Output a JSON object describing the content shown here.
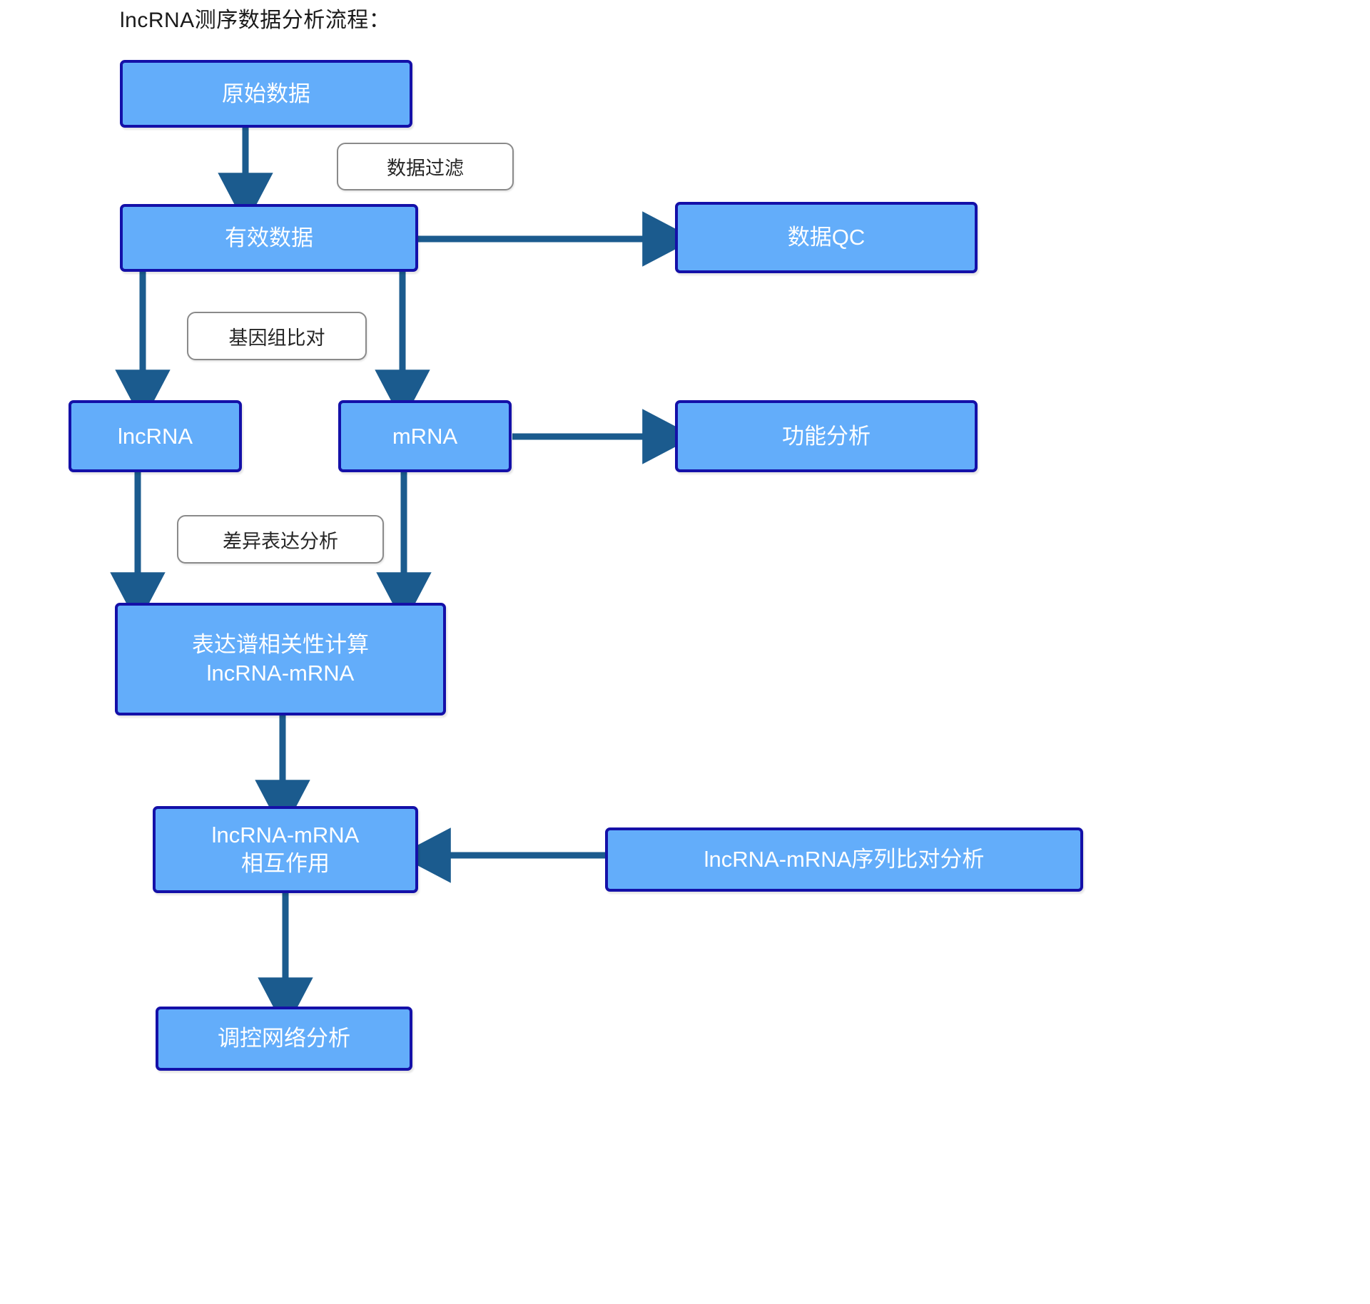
{
  "title": "lncRNA测序数据分析流程：",
  "colors": {
    "node_fill": "#63ADFA",
    "node_border": "#1410A8",
    "node_text": "#FFFFFF",
    "arrow": "#1B5B8E",
    "label_border": "#8A8A8A",
    "label_text": "#262626",
    "background": "#FFFFFF"
  },
  "nodes": {
    "raw_data": "原始数据",
    "valid_data": "有效数据",
    "data_qc": "数据QC",
    "lncrna": "lncRNA",
    "mrna": "mRNA",
    "function_analysis": "功能分析",
    "correlation": "表达谱相关性计算\nlncRNA-mRNA",
    "interaction": "lncRNA-mRNA\n相互作用",
    "sequence_alignment": "lncRNA-mRNA序列比对分析",
    "network_analysis": "调控网络分析"
  },
  "edge_labels": {
    "data_filter": "数据过滤",
    "genome_alignment": "基因组比对",
    "differential_expression": "差异表达分析"
  },
  "chart_data": {
    "type": "flowchart",
    "title": "lncRNA测序数据分析流程：",
    "nodes": [
      {
        "id": "raw_data",
        "label": "原始数据"
      },
      {
        "id": "valid_data",
        "label": "有效数据"
      },
      {
        "id": "data_qc",
        "label": "数据QC"
      },
      {
        "id": "lncrna",
        "label": "lncRNA"
      },
      {
        "id": "mrna",
        "label": "mRNA"
      },
      {
        "id": "function_analysis",
        "label": "功能分析"
      },
      {
        "id": "correlation",
        "label": "表达谱相关性计算 lncRNA-mRNA"
      },
      {
        "id": "interaction",
        "label": "lncRNA-mRNA 相互作用"
      },
      {
        "id": "sequence_alignment",
        "label": "lncRNA-mRNA序列比对分析"
      },
      {
        "id": "network_analysis",
        "label": "调控网络分析"
      }
    ],
    "edges": [
      {
        "from": "raw_data",
        "to": "valid_data",
        "label": "数据过滤"
      },
      {
        "from": "valid_data",
        "to": "data_qc",
        "label": ""
      },
      {
        "from": "valid_data",
        "to": "lncrna",
        "label": "基因组比对"
      },
      {
        "from": "valid_data",
        "to": "mrna",
        "label": "基因组比对"
      },
      {
        "from": "mrna",
        "to": "function_analysis",
        "label": ""
      },
      {
        "from": "lncrna",
        "to": "correlation",
        "label": "差异表达分析"
      },
      {
        "from": "mrna",
        "to": "correlation",
        "label": "差异表达分析"
      },
      {
        "from": "correlation",
        "to": "interaction",
        "label": ""
      },
      {
        "from": "sequence_alignment",
        "to": "interaction",
        "label": ""
      },
      {
        "from": "interaction",
        "to": "network_analysis",
        "label": ""
      }
    ]
  }
}
